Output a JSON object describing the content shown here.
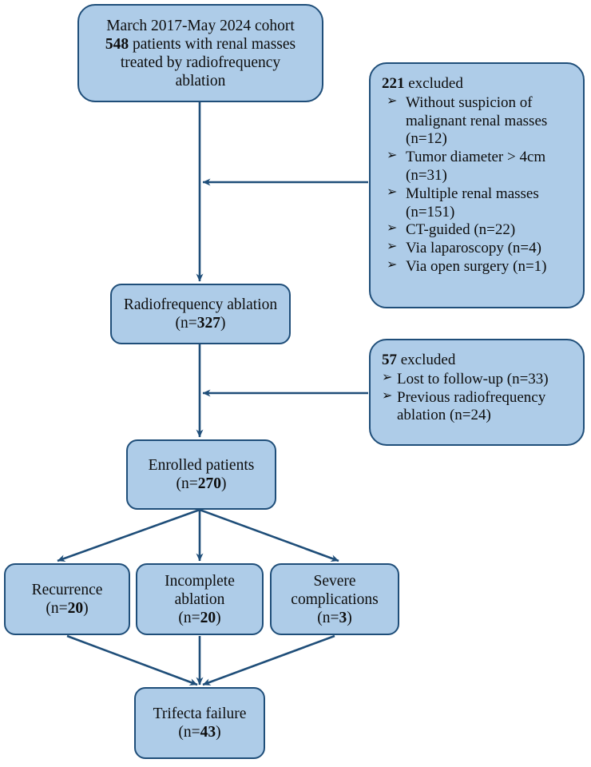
{
  "figure": {
    "type": "flowchart",
    "kind": "patient-selection-consort-diagram",
    "colors": {
      "node_fill": "#aecce8",
      "node_border": "#1f4e79",
      "edge": "#1f4e79",
      "text": "#0d0d0d",
      "background": "#ffffff"
    }
  },
  "nodes": {
    "cohort": {
      "id": "cohort",
      "lines": [
        {
          "pre": "March 2017-May 2024 cohort",
          "bold": "",
          "post": ""
        },
        {
          "pre": "",
          "bold": "548",
          "post": " patients with renal masses"
        },
        {
          "pre": "treated by radiofrequency",
          "bold": "",
          "post": ""
        },
        {
          "pre": "ablation",
          "bold": "",
          "post": ""
        }
      ]
    },
    "rfa": {
      "id": "rfa",
      "lines": [
        {
          "pre": "Radiofrequency ablation",
          "bold": "",
          "post": ""
        },
        {
          "pre": "(n=",
          "bold": "327",
          "post": ")"
        }
      ]
    },
    "enrolled": {
      "id": "enrolled",
      "lines": [
        {
          "pre": "Enrolled patients",
          "bold": "",
          "post": ""
        },
        {
          "pre": "(n=",
          "bold": "270",
          "post": ")"
        }
      ]
    },
    "recurrence": {
      "id": "recurrence",
      "lines": [
        {
          "pre": "Recurrence",
          "bold": "",
          "post": ""
        },
        {
          "pre": "(n=",
          "bold": "20",
          "post": ")"
        }
      ]
    },
    "incomplete": {
      "id": "incomplete",
      "lines": [
        {
          "pre": "Incomplete",
          "bold": "",
          "post": ""
        },
        {
          "pre": "ablation",
          "bold": "",
          "post": ""
        },
        {
          "pre": "(n=",
          "bold": "20",
          "post": ")"
        }
      ]
    },
    "severe": {
      "id": "severe",
      "lines": [
        {
          "pre": "Severe",
          "bold": "",
          "post": ""
        },
        {
          "pre": "complications",
          "bold": "",
          "post": ""
        },
        {
          "pre": "(n=",
          "bold": "3",
          "post": ")"
        }
      ]
    },
    "trifecta": {
      "id": "trifecta",
      "lines": [
        {
          "pre": "Trifecta failure",
          "bold": "",
          "post": ""
        },
        {
          "pre": "(n=",
          "bold": "43",
          "post": ")"
        }
      ]
    }
  },
  "exclusions": [
    {
      "id": "exclusion-1",
      "count": "221",
      "head_suffix": " excluded",
      "bullet_glyph": "➢",
      "items": [
        "Without suspicion of\nmalignant renal masses\n(n=12)",
        "Tumor diameter > 4cm\n(n=31)",
        "Multiple renal masses\n(n=151)",
        "CT-guided (n=22)",
        "Via laparoscopy (n=4)",
        "Via open surgery (n=1)"
      ]
    },
    {
      "id": "exclusion-2",
      "count": "57",
      "head_suffix": " excluded",
      "bullet_glyph": "➢",
      "items": [
        "Lost to follow-up (n=33)",
        "Previous  radiofrequency\nablation (n=24)"
      ]
    }
  ],
  "edges": [
    {
      "from": "cohort",
      "to": "rfa",
      "kind": "vertical-arrow"
    },
    {
      "from": "exclusion-1",
      "to": "trunk-1",
      "kind": "horizontal-arrow-left"
    },
    {
      "from": "rfa",
      "to": "enrolled",
      "kind": "vertical-arrow"
    },
    {
      "from": "exclusion-2",
      "to": "trunk-2",
      "kind": "horizontal-arrow-left"
    },
    {
      "from": "enrolled",
      "to": "recurrence",
      "kind": "diagonal-arrow"
    },
    {
      "from": "enrolled",
      "to": "incomplete",
      "kind": "vertical-arrow"
    },
    {
      "from": "enrolled",
      "to": "severe",
      "kind": "diagonal-arrow"
    },
    {
      "from": "recurrence",
      "to": "trifecta",
      "kind": "diagonal-arrow"
    },
    {
      "from": "incomplete",
      "to": "trifecta",
      "kind": "vertical-arrow"
    },
    {
      "from": "severe",
      "to": "trifecta",
      "kind": "diagonal-arrow"
    }
  ]
}
